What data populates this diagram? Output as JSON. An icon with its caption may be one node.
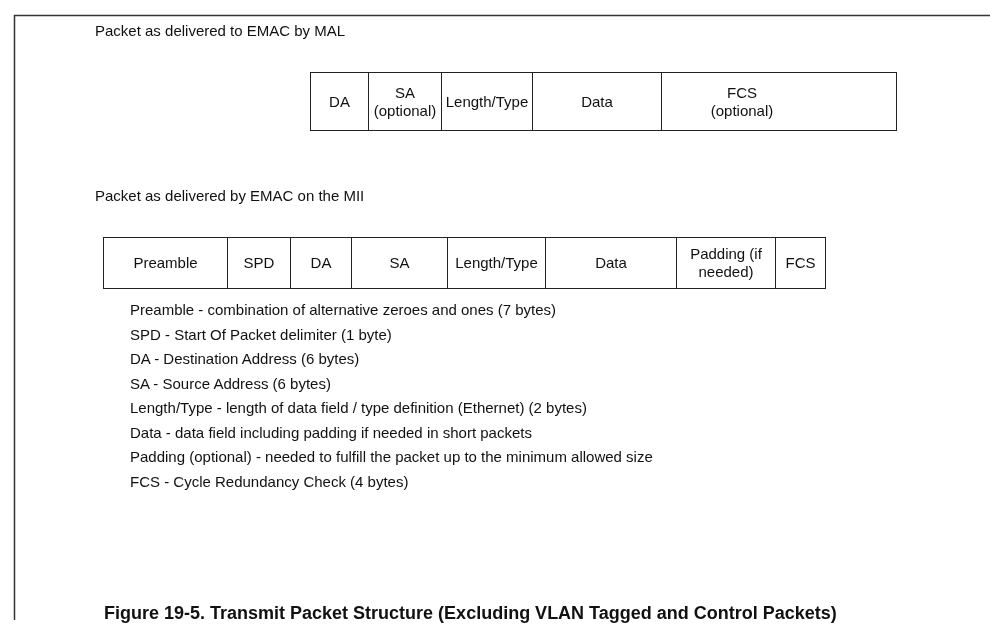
{
  "diagram": {
    "caption": "Figure 19-5. Transmit Packet Structure (Excluding VLAN Tagged and Control Packets)",
    "nodes": [
      {
        "text": [
          "DA"
        ]
      },
      {
        "text": [
          "SA (optional)"
        ]
      },
      {
        "text": [
          "Length/Type"
        ]
      },
      {
        "text": [
          "Data"
        ]
      },
      {
        "text": [
          "FCS (optional)"
        ]
      },
      {
        "text": [
          "Preamble"
        ]
      },
      {
        "text": [
          "SPD"
        ]
      },
      {
        "text": [
          "DA"
        ]
      },
      {
        "text": [
          "SA"
        ]
      },
      {
        "text": [
          "Length/Type"
        ]
      },
      {
        "text": [
          "Data"
        ]
      },
      {
        "text": [
          "Padding (if needed)"
        ]
      },
      {
        "text": [
          "FCS"
        ]
      }
    ],
    "labels": [
      "Packet as delivered to EMAC by MAL",
      "Packet as delivered by EMAC on the MII",
      "Preamble - combination of alternative zeroes and ones (7 bytes)",
      "SPD - Start Of Packet delimiter (1 byte)",
      "DA - Destination Address (6 bytes)",
      "SA - Source Address (6 bytes)",
      "Length/Type - length of data field / type definition (Ethernet) (2 bytes)",
      "Data - data field including padding if needed in short packets",
      "Padding (optional) - needed to fulfill the packet up to the minimum allowed size",
      "FCS - Cycle Redundancy Check (4 bytes)"
    ]
  }
}
